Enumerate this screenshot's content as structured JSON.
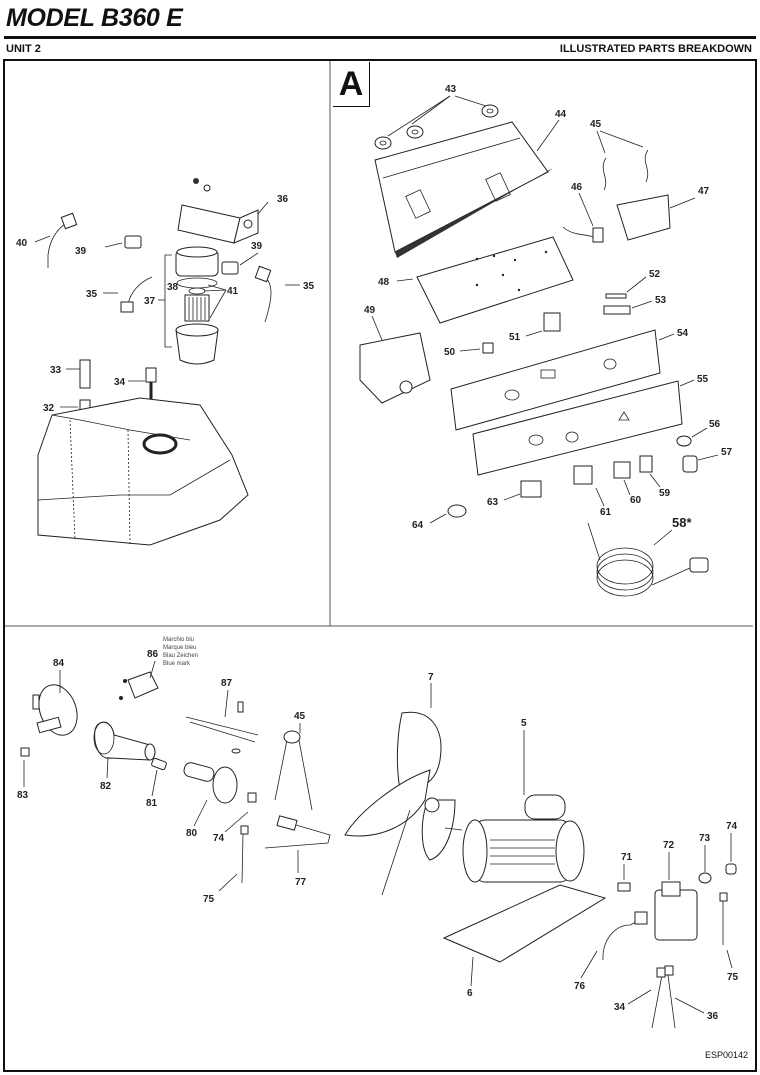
{
  "header": {
    "title": "MODEL B360 E",
    "unit": "UNIT 2",
    "section": "ILLUSTRATED PARTS BREAKDOWN"
  },
  "panels": {
    "top_left": {
      "callouts": [
        "36",
        "40",
        "39",
        "39",
        "35",
        "35",
        "37",
        "38",
        "41",
        "33",
        "34",
        "32"
      ]
    },
    "top_right": {
      "panel_letter": "A",
      "callouts": [
        "43",
        "44",
        "45",
        "46",
        "47",
        "48",
        "52",
        "53",
        "49",
        "51",
        "54",
        "50",
        "55",
        "56",
        "57",
        "63",
        "61",
        "60",
        "59",
        "64",
        "58*"
      ]
    },
    "bottom": {
      "callouts": [
        "84",
        "86",
        "87",
        "45",
        "7",
        "5",
        "83",
        "82",
        "81",
        "80",
        "74",
        "77",
        "75",
        "71",
        "72",
        "73",
        "74",
        "75",
        "6",
        "76",
        "34",
        "36"
      ],
      "note_lines": [
        "Marchio blu",
        "Marque bleu",
        "Blau Zeichen",
        "Blue mark"
      ]
    }
  },
  "footer": {
    "reference": "ESP00142"
  }
}
